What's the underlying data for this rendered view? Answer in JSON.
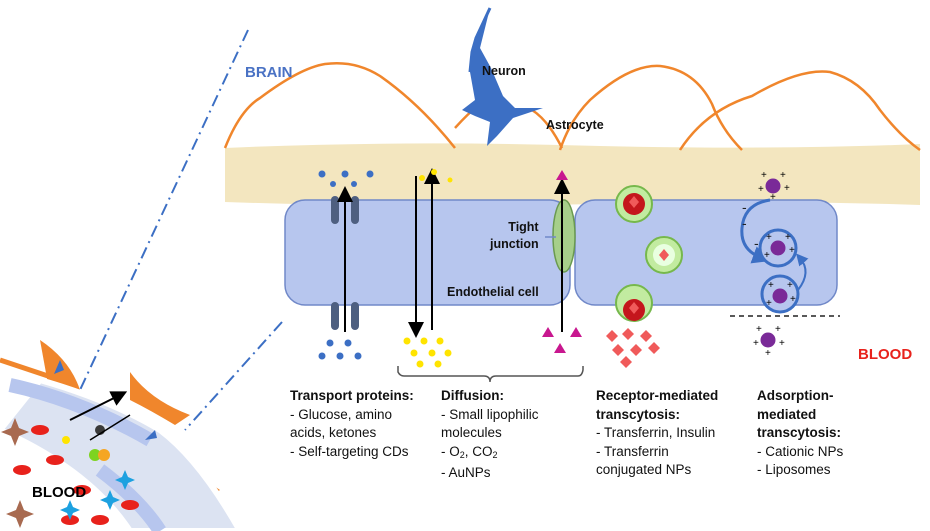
{
  "regions": {
    "brain": "BRAIN",
    "blood_right": "BLOOD",
    "blood_left": "BLOOD"
  },
  "cells": {
    "neuron": "Neuron",
    "astrocyte": "Astrocyte",
    "tight_junction_1": "Tight",
    "tight_junction_2": "junction",
    "endothelial": "Endothelial cell"
  },
  "captions": {
    "transport": {
      "title": "Transport proteins:",
      "items": [
        "- Glucose, amino",
        "acids, ketones",
        "- Self-targeting CDs"
      ]
    },
    "diffusion": {
      "title": "Diffusion:",
      "items": [
        "- Small lipophilic",
        "molecules"
      ],
      "gas_prefix": "- O",
      "gas_sub1": "2",
      "gas_mid": ", CO",
      "gas_sub2": "2",
      "last": "- AuNPs"
    },
    "receptor": {
      "title_1": "Receptor-mediated",
      "title_2": "transcytosis:",
      "items": [
        "- Transferrin, Insulin",
        "- Transferrin",
        "conjugated NPs"
      ]
    },
    "adsorption": {
      "title_1": "Adsorption-",
      "title_2": "mediated",
      "title_3": "transcytosis:",
      "items": [
        "- Cationic NPs",
        "- Liposomes"
      ]
    }
  },
  "colors": {
    "astrocyte_orange": "#f0862c",
    "basement_membrane": "#f3e6bf",
    "endothelial_blue": "#b7c6ee",
    "endothelial_border": "#7088c8",
    "neuron_blue": "#3c6fc4",
    "transporter_blue": "#4e5f80",
    "lipophilic_yellow": "#ffe400",
    "probe_magenta": "#c8178f",
    "receptor_red": "#c4161c",
    "vesicle_green": "#c2eba0",
    "np_purple": "#7a2a98",
    "ligand_red": "#f05a5a",
    "blood_red": "#e8221c"
  }
}
